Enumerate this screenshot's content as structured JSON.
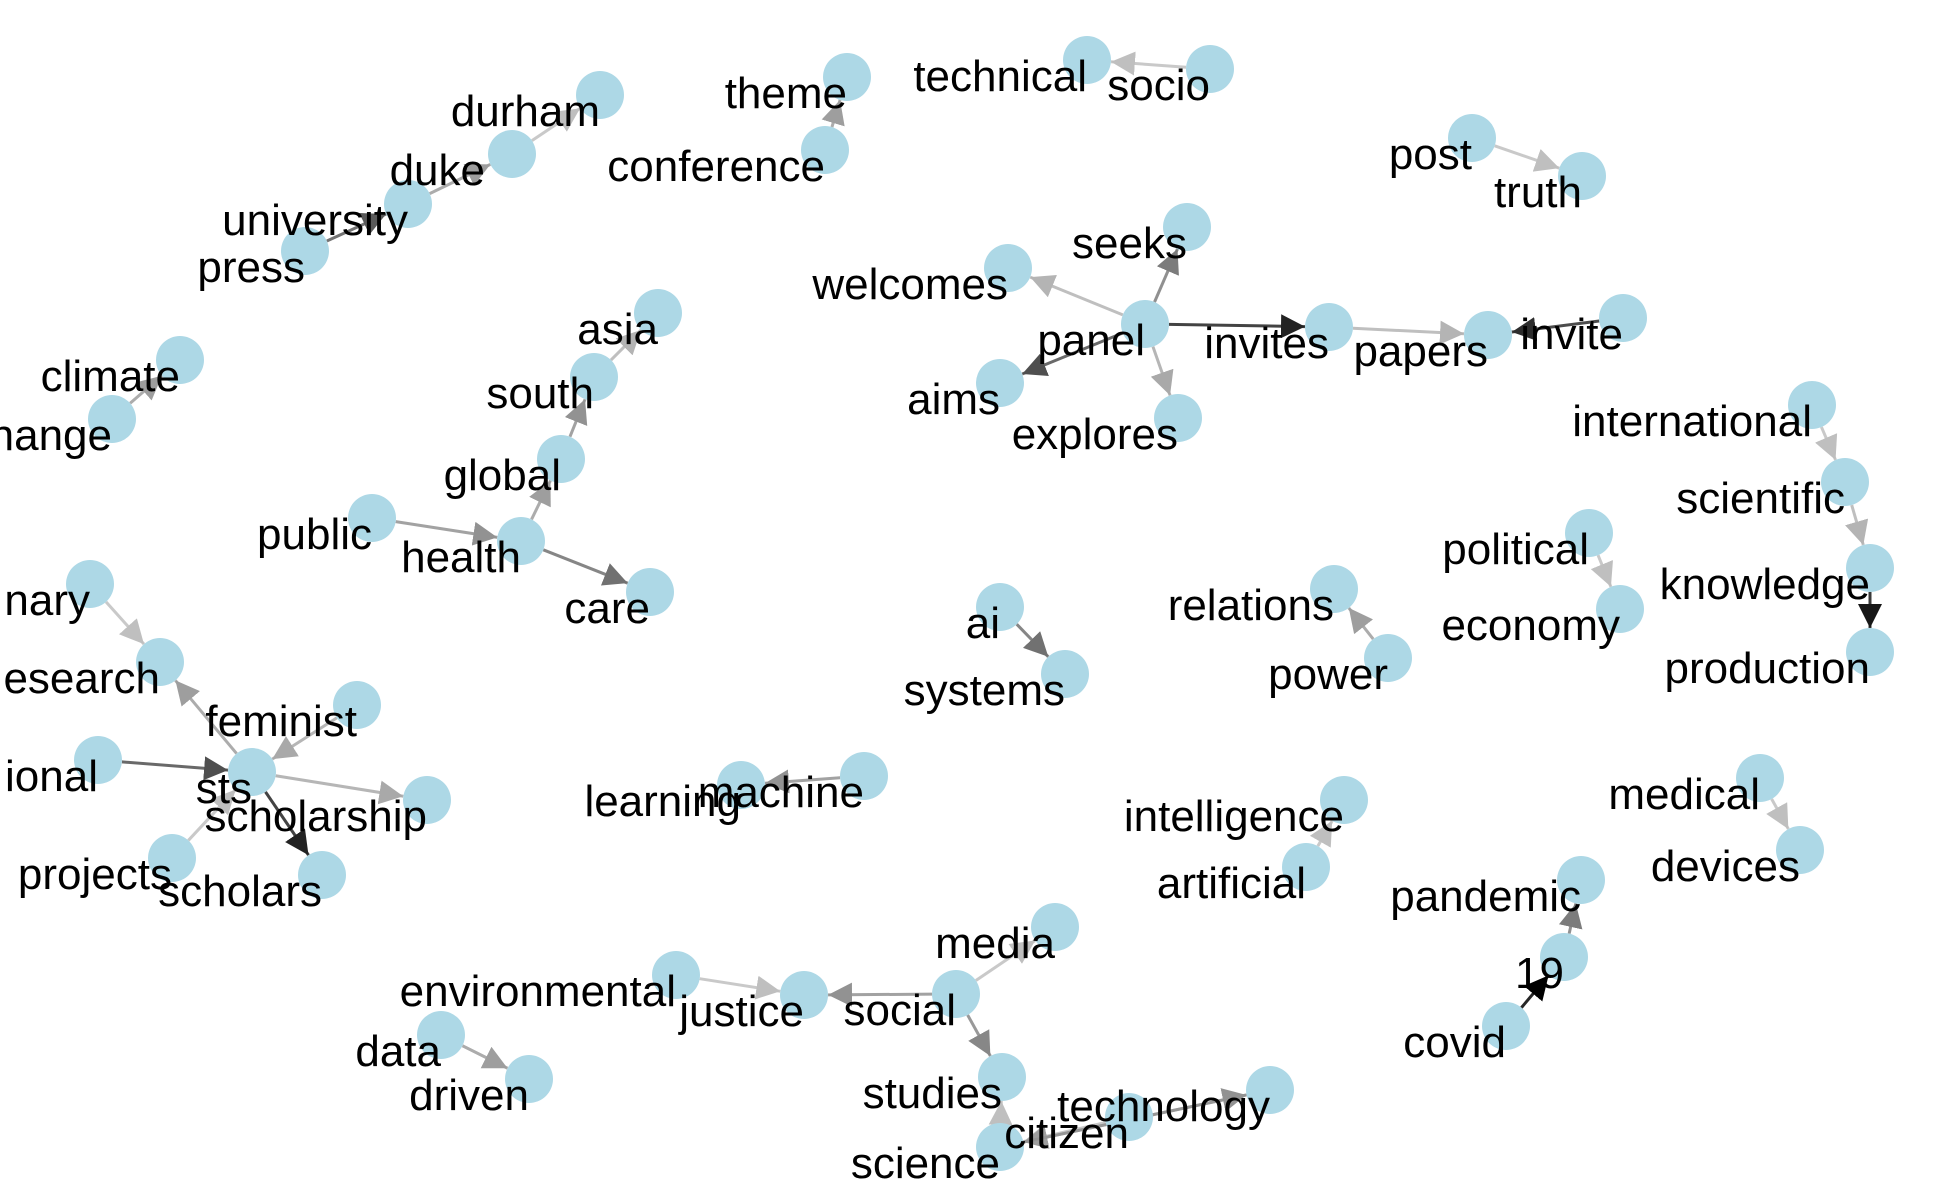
{
  "graph": {
    "node_color": "#add8e6",
    "label_color": "#000000",
    "nodes": [
      {
        "id": "durham",
        "label": "durham"
      },
      {
        "id": "duke",
        "label": "duke"
      },
      {
        "id": "university",
        "label": "university"
      },
      {
        "id": "press",
        "label": "press"
      },
      {
        "id": "theme",
        "label": "theme"
      },
      {
        "id": "conference",
        "label": "conference"
      },
      {
        "id": "technical",
        "label": "technical"
      },
      {
        "id": "socio",
        "label": "socio"
      },
      {
        "id": "post",
        "label": "post"
      },
      {
        "id": "truth",
        "label": "truth"
      },
      {
        "id": "climate",
        "label": "climate"
      },
      {
        "id": "change",
        "label": "change"
      },
      {
        "id": "asia",
        "label": "asia"
      },
      {
        "id": "south",
        "label": "south"
      },
      {
        "id": "global",
        "label": "global"
      },
      {
        "id": "public",
        "label": "public"
      },
      {
        "id": "health",
        "label": "health"
      },
      {
        "id": "care",
        "label": "care"
      },
      {
        "id": "seeks",
        "label": "seeks"
      },
      {
        "id": "welcomes",
        "label": "welcomes"
      },
      {
        "id": "panel",
        "label": "panel"
      },
      {
        "id": "invites",
        "label": "invites"
      },
      {
        "id": "papers",
        "label": "papers"
      },
      {
        "id": "invite",
        "label": "invite"
      },
      {
        "id": "aims",
        "label": "aims"
      },
      {
        "id": "explores",
        "label": "explores"
      },
      {
        "id": "international",
        "label": "international"
      },
      {
        "id": "scientific",
        "label": "scientific"
      },
      {
        "id": "knowledge",
        "label": "knowledge"
      },
      {
        "id": "production",
        "label": "production"
      },
      {
        "id": "political",
        "label": "political"
      },
      {
        "id": "economy",
        "label": "economy"
      },
      {
        "id": "relations",
        "label": "relations"
      },
      {
        "id": "power",
        "label": "power"
      },
      {
        "id": "ai",
        "label": "ai"
      },
      {
        "id": "systems",
        "label": "systems"
      },
      {
        "id": "interdisciplinary",
        "label": "nary"
      },
      {
        "id": "research",
        "label": "esearch"
      },
      {
        "id": "feminist",
        "label": "feminist"
      },
      {
        "id": "sts",
        "label": "sts"
      },
      {
        "id": "transnational",
        "label": "ional"
      },
      {
        "id": "scholarship",
        "label": "scholarship"
      },
      {
        "id": "projects",
        "label": "projects"
      },
      {
        "id": "scholars",
        "label": "scholars"
      },
      {
        "id": "learning",
        "label": "learning"
      },
      {
        "id": "machine",
        "label": "machine"
      },
      {
        "id": "intelligence",
        "label": "intelligence"
      },
      {
        "id": "artificial",
        "label": "artificial"
      },
      {
        "id": "medical",
        "label": "medical"
      },
      {
        "id": "devices",
        "label": "devices"
      },
      {
        "id": "pandemic",
        "label": "pandemic"
      },
      {
        "id": "19",
        "label": "19"
      },
      {
        "id": "covid",
        "label": "covid"
      },
      {
        "id": "media",
        "label": "media"
      },
      {
        "id": "environmental",
        "label": "environmental"
      },
      {
        "id": "justice",
        "label": "justice"
      },
      {
        "id": "social",
        "label": "social"
      },
      {
        "id": "data",
        "label": "data"
      },
      {
        "id": "driven",
        "label": "driven"
      },
      {
        "id": "studies",
        "label": "studies"
      },
      {
        "id": "science",
        "label": "science"
      },
      {
        "id": "citizen",
        "label": "citizen"
      },
      {
        "id": "technology",
        "label": "technology"
      }
    ],
    "edges": [
      {
        "from": "duke",
        "to": "durham",
        "weight": 0.15
      },
      {
        "from": "university",
        "to": "duke",
        "weight": 0.3
      },
      {
        "from": "press",
        "to": "university",
        "weight": 0.6
      },
      {
        "from": "conference",
        "to": "theme",
        "weight": 0.3
      },
      {
        "from": "socio",
        "to": "technical",
        "weight": 0.15
      },
      {
        "from": "post",
        "to": "truth",
        "weight": 0.15
      },
      {
        "from": "change",
        "to": "climate",
        "weight": 0.3
      },
      {
        "from": "south",
        "to": "asia",
        "weight": 0.2
      },
      {
        "from": "global",
        "to": "south",
        "weight": 0.35
      },
      {
        "from": "health",
        "to": "global",
        "weight": 0.3
      },
      {
        "from": "public",
        "to": "health",
        "weight": 0.35
      },
      {
        "from": "health",
        "to": "care",
        "weight": 0.5
      },
      {
        "from": "panel",
        "to": "seeks",
        "weight": 0.45
      },
      {
        "from": "panel",
        "to": "welcomes",
        "weight": 0.2
      },
      {
        "from": "panel",
        "to": "invites",
        "weight": 0.85
      },
      {
        "from": "invites",
        "to": "papers",
        "weight": 0.2
      },
      {
        "from": "invite",
        "to": "papers",
        "weight": 0.8
      },
      {
        "from": "panel",
        "to": "aims",
        "weight": 0.65
      },
      {
        "from": "panel",
        "to": "explores",
        "weight": 0.25
      },
      {
        "from": "international",
        "to": "scientific",
        "weight": 0.15
      },
      {
        "from": "scientific",
        "to": "knowledge",
        "weight": 0.2
      },
      {
        "from": "knowledge",
        "to": "production",
        "weight": 0.9
      },
      {
        "from": "political",
        "to": "economy",
        "weight": 0.15
      },
      {
        "from": "power",
        "to": "relations",
        "weight": 0.3
      },
      {
        "from": "ai",
        "to": "systems",
        "weight": 0.5
      },
      {
        "from": "interdisciplinary",
        "to": "research",
        "weight": 0.15
      },
      {
        "from": "sts",
        "to": "research",
        "weight": 0.3
      },
      {
        "from": "feminist",
        "to": "sts",
        "weight": 0.25
      },
      {
        "from": "transnational",
        "to": "sts",
        "weight": 0.65
      },
      {
        "from": "sts",
        "to": "scholarship",
        "weight": 0.25
      },
      {
        "from": "sts",
        "to": "scholars",
        "weight": 0.85
      },
      {
        "from": "projects",
        "to": "sts",
        "weight": 0.15
      },
      {
        "from": "machine",
        "to": "learning",
        "weight": 0.35
      },
      {
        "from": "artificial",
        "to": "intelligence",
        "weight": 0.15
      },
      {
        "from": "medical",
        "to": "devices",
        "weight": 0.15
      },
      {
        "from": "19",
        "to": "pandemic",
        "weight": 0.45
      },
      {
        "from": "covid",
        "to": "19",
        "weight": 1.0
      },
      {
        "from": "social",
        "to": "media",
        "weight": 0.15
      },
      {
        "from": "environmental",
        "to": "justice",
        "weight": 0.15
      },
      {
        "from": "social",
        "to": "justice",
        "weight": 0.35
      },
      {
        "from": "data",
        "to": "driven",
        "weight": 0.3
      },
      {
        "from": "social",
        "to": "studies",
        "weight": 0.4
      },
      {
        "from": "citizen",
        "to": "science",
        "weight": 0.15
      },
      {
        "from": "science",
        "to": "studies",
        "weight": 0.15
      },
      {
        "from": "technology",
        "to": "science",
        "weight": 0.3
      },
      {
        "from": "science",
        "to": "technology",
        "weight": 0.35
      }
    ]
  }
}
